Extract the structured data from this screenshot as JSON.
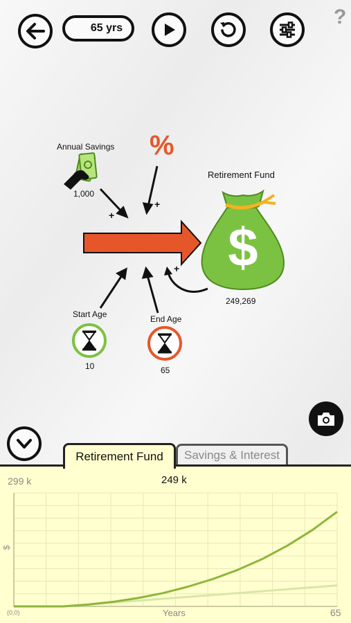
{
  "toolbar": {
    "age_display": "65 yrs",
    "help": "?"
  },
  "diagram": {
    "annual_savings": {
      "label": "Annual Savings",
      "value": "1,000"
    },
    "interest_symbol": "%",
    "retirement_fund": {
      "label": "Retirement Fund",
      "value": "249,269"
    },
    "start_age": {
      "label": "Start Age",
      "value": "10"
    },
    "end_age": {
      "label": "End Age",
      "value": "65"
    },
    "plus": "+"
  },
  "tabs": [
    {
      "label": "Retirement Fund",
      "active": true
    },
    {
      "label": "Savings & Interest",
      "active": false
    }
  ],
  "chart_data": {
    "type": "line",
    "ymax_label": "299 k",
    "current_value_label": "249 k",
    "ylabel": "$",
    "xlabel": "Years",
    "origin_label": "(0,0)",
    "xmax_label": "65",
    "xlim": [
      0,
      65
    ],
    "ylim": [
      0,
      299000
    ],
    "series": [
      {
        "name": "Retirement Fund",
        "color": "#8db63a",
        "x": [
          0,
          10,
          15,
          20,
          25,
          30,
          35,
          40,
          45,
          50,
          55,
          60,
          65
        ],
        "y": [
          0,
          0,
          5000,
          12000,
          22000,
          35000,
          52000,
          72000,
          96000,
          125000,
          160000,
          201000,
          249269
        ]
      },
      {
        "name": "Savings",
        "color": "#d9e6a8",
        "x": [
          0,
          10,
          65
        ],
        "y": [
          0,
          0,
          55000
        ]
      }
    ]
  },
  "colors": {
    "accent": "#e5572b",
    "money_green": "#7cc242",
    "start_ring": "#7cc242",
    "end_ring": "#e5572b",
    "panel_bg": "#ffffcf"
  }
}
